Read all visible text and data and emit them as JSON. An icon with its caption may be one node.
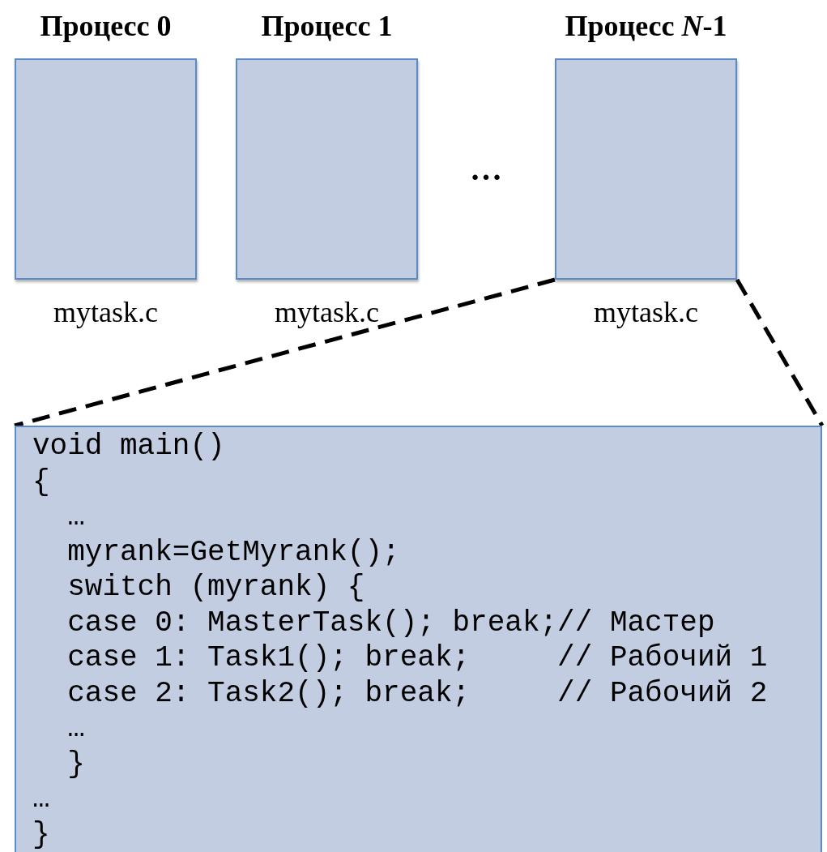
{
  "diagram": {
    "nodes": [
      {
        "text": [
          "Процесс 0"
        ],
        "beside": [
          "mytask.c"
        ]
      },
      {
        "text": [
          "Процесс 1"
        ],
        "beside": [
          "mytask.c"
        ]
      },
      {
        "text": [
          "Процесс *N*-1"
        ],
        "beside": [
          "mytask.c"
        ]
      },
      {
        "text": [
          "void main()",
          "{",
          "  …",
          "  myrank=GetMyrank();",
          "  switch (myrank) {",
          "  case 0: MasterTask(); break;// Мастер",
          "  case 1: Task1(); break;     // Рабочий 1",
          "  case 2: Task2(); break;     // Рабочий 2",
          "  …",
          "  }",
          "…",
          "}"
        ]
      }
    ],
    "edges": [
      {
        "from": 2,
        "to": 3,
        "arrow": "none",
        "style": "dashed"
      },
      {
        "from": 2,
        "to": 3,
        "arrow": "none",
        "style": "dashed"
      }
    ],
    "labels": [
      "…"
    ]
  }
}
